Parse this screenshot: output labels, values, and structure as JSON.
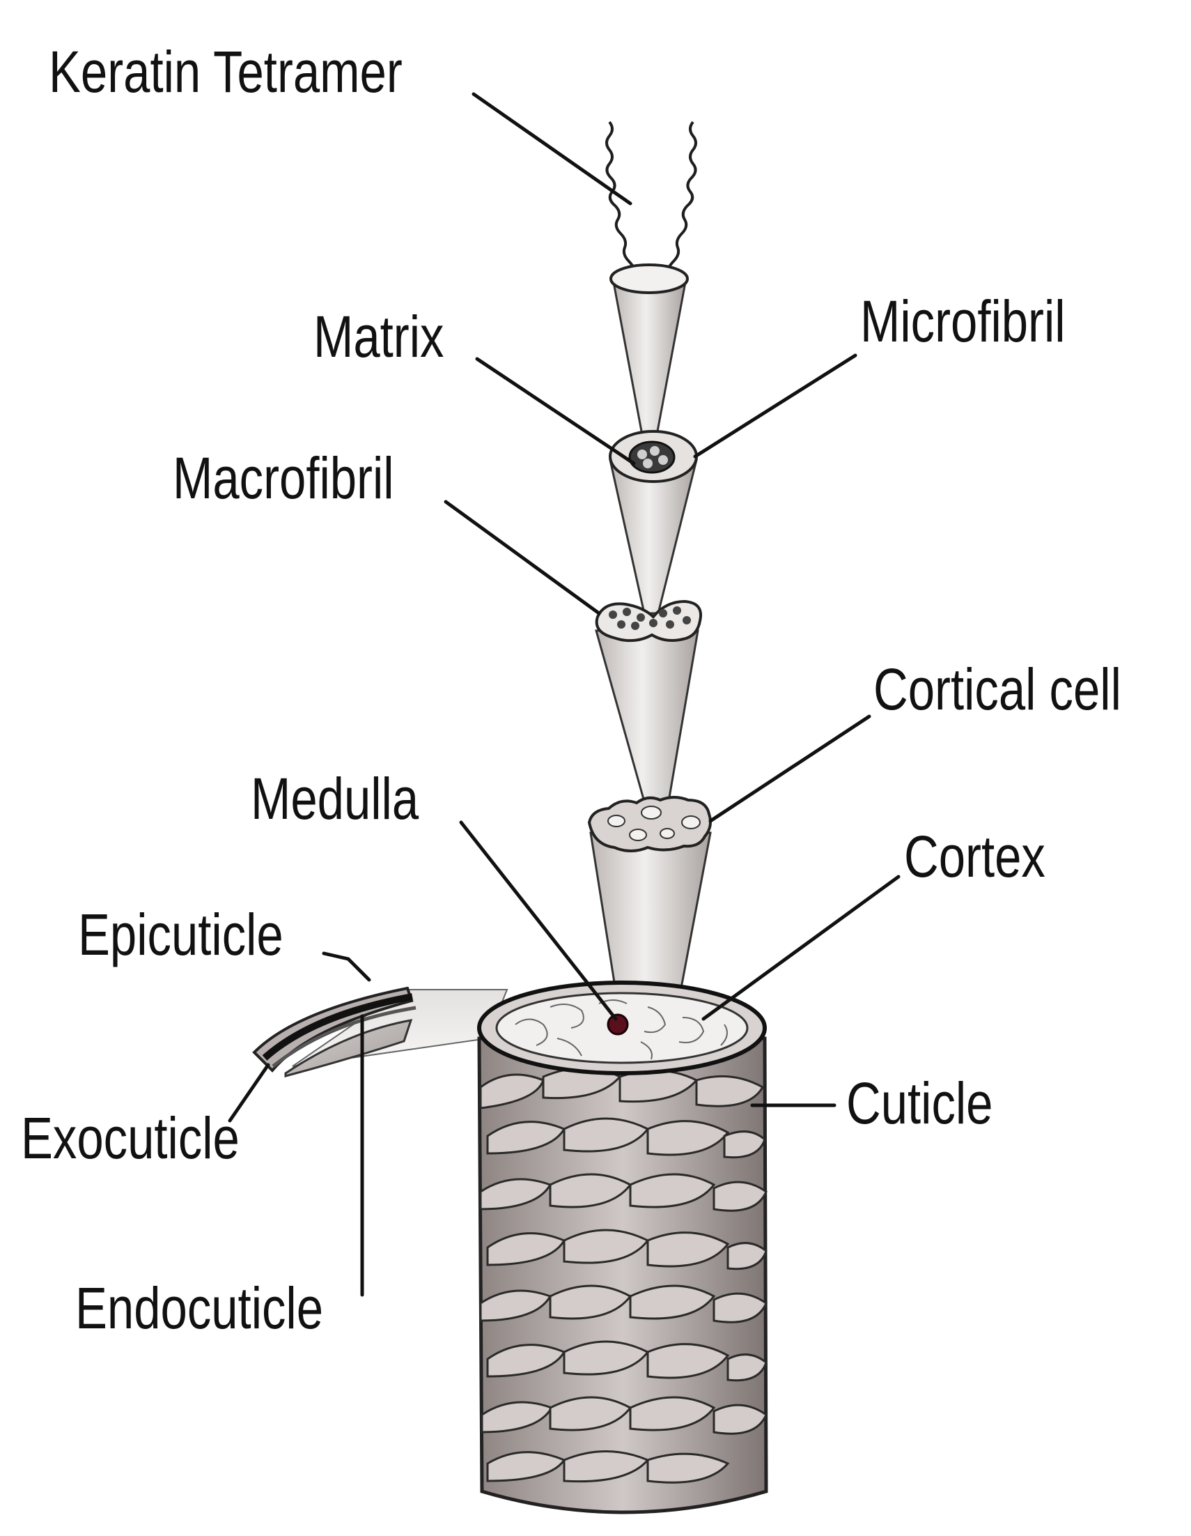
{
  "labels": {
    "keratin_tetramer": "Keratin Tetramer",
    "matrix": "Matrix",
    "microfibril": "Microfibril",
    "macrofibril": "Macrofibril",
    "cortical_cell": "Cortical cell",
    "medulla": "Medulla",
    "cortex": "Cortex",
    "epicuticle": "Epicuticle",
    "cuticle": "Cuticle",
    "exocuticle": "Exocuticle",
    "endocuticle": "Endocuticle"
  },
  "colors": {
    "ink": "#1e1e1e",
    "scale_fill": "#c9c1c0",
    "medulla": "#5a0f1c",
    "cone": "#d6d2d0"
  }
}
